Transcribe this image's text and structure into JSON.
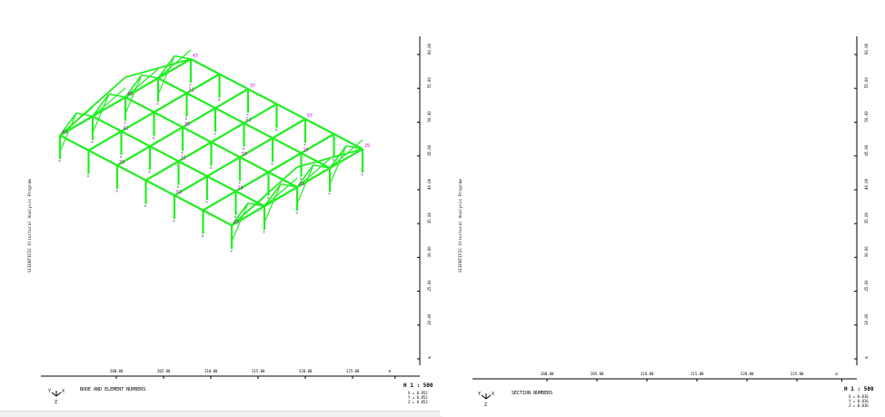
{
  "colors": {
    "frame": "#22ee22",
    "frame_dark": "#118811",
    "labels": "#cc00cc",
    "axis": "#000000",
    "background": "#ffffff"
  },
  "left_view": {
    "caption": "NODE AND ELEMENT NUMBERS",
    "side_label": "SCIENTIFIC Structural Analysis Program",
    "scale": "H 1 : 500",
    "coords": [
      "X = 0.852",
      "Y = 0.852",
      "Z = 0.852"
    ],
    "x_ticks": [
      "200.00",
      "205.00",
      "210.00",
      "215.00",
      "220.00",
      "225.00",
      "m"
    ],
    "y_ticks": [
      "60.00",
      "55.00",
      "50.00",
      "45.00",
      "40.00",
      "35.00",
      "30.00",
      "25.00",
      "20.00",
      "m"
    ]
  },
  "right_view": {
    "caption": "SECTION NUMBERS",
    "side_label": "SCIENTIFIC Structural Analysis Program",
    "scale": "H 1 : 500",
    "coords": [
      "X = 0.816",
      "Y = 0.816",
      "Z = 0.816"
    ],
    "x_ticks": [
      "200.00",
      "205.00",
      "210.00",
      "215.00",
      "220.00",
      "225.00",
      "m"
    ],
    "y_ticks": [
      "60.00",
      "55.00",
      "50.00",
      "45.00",
      "40.00",
      "35.00",
      "30.00",
      "25.00",
      "20.00",
      "m"
    ]
  },
  "node_labels": [
    "43",
    "45",
    "47",
    "41",
    "31",
    "33",
    "39",
    "37",
    "35",
    "51",
    "53",
    "55",
    "57",
    "29",
    "19",
    "23",
    "21",
    "25",
    "27",
    "17",
    "15",
    "13",
    "11",
    "9",
    "7",
    "5",
    "3",
    "1",
    "59",
    "61",
    "63",
    "65",
    "67",
    "69",
    "71",
    "73"
  ],
  "triad_labels": {
    "x": "X",
    "y": "Y",
    "z": "Z"
  }
}
